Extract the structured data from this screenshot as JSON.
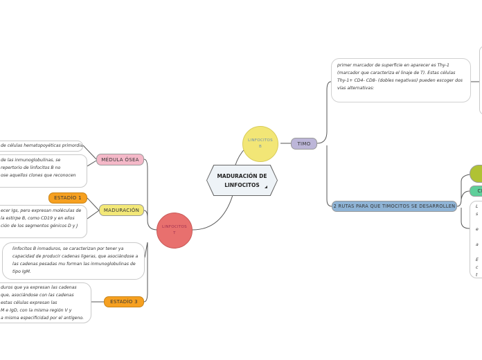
{
  "central": {
    "title": "MADURACIÓN DE LINFOCITOS"
  },
  "branches": {
    "linfocitos_b": "LINFOCITOS B",
    "linfocitos_t": "LINFOCITOS T",
    "timo": "TIMO",
    "rutas": "2 RUTAS PARA QUE TIMOCITOS SE DESARROLLEN",
    "medula": "MÉDULA ÓSEA",
    "maduracion": "MADURACIÓN",
    "estadio1": "ESTADÍO 1",
    "estadio3": "ESTADÍO 3",
    "right_green_label": "CD"
  },
  "texts": {
    "timo_note": [
      "primer marcador de superficie en aparecer es Thy-1",
      "(marcador que caracteriza el linaje de T). Estas células",
      "Thy-1+ CD4- CD8- (dobles negativas) pueden escoger dos",
      "vías alternativas:"
    ],
    "medula_note1": [
      "de células hematopoyéticas primordiales"
    ],
    "medula_note2": [
      "de las inmunoglobulinas,  se",
      "repertorio de linfocitos B no",
      "ose aquellos clones que reconocen"
    ],
    "maduracion_note": [
      "ecer Igs, pero  expresan moléculas de",
      "la estirpe B, como CD19 y en ellos",
      "ción de los segmentos génicos D y J"
    ],
    "inmaduros_note": [
      "linfocitos B inmaduros, se caracterizan por tener ya",
      "capacidad de producir cadenas ligeras, que asociándose a",
      "las cadenas pesadas mu forman  las inmunoglobulinas de",
      "tipo IgM."
    ],
    "estadio3_note": [
      "duros que ya expresan las cadenas",
      "que, asociándose con las cadenas",
      "estas células expresan las",
      "M e IgD, con la misma región V y",
      "a misma especificidad por el antígeno."
    ],
    "right_partial": [
      "L",
      "s",
      "",
      "e",
      "",
      "a",
      "",
      "E",
      "c",
      "t"
    ]
  },
  "colors": {
    "linfocitos_b": "#f2e676",
    "linfocitos_t": "#e8706e",
    "timo": "#bcb6d8",
    "rutas": "#8fb4d6",
    "medula": "#f4b8c8",
    "maduracion": "#f3e878",
    "estadio": "#f6a020",
    "right_green": "#b0c234",
    "right_teal": "#5fcf9a"
  }
}
